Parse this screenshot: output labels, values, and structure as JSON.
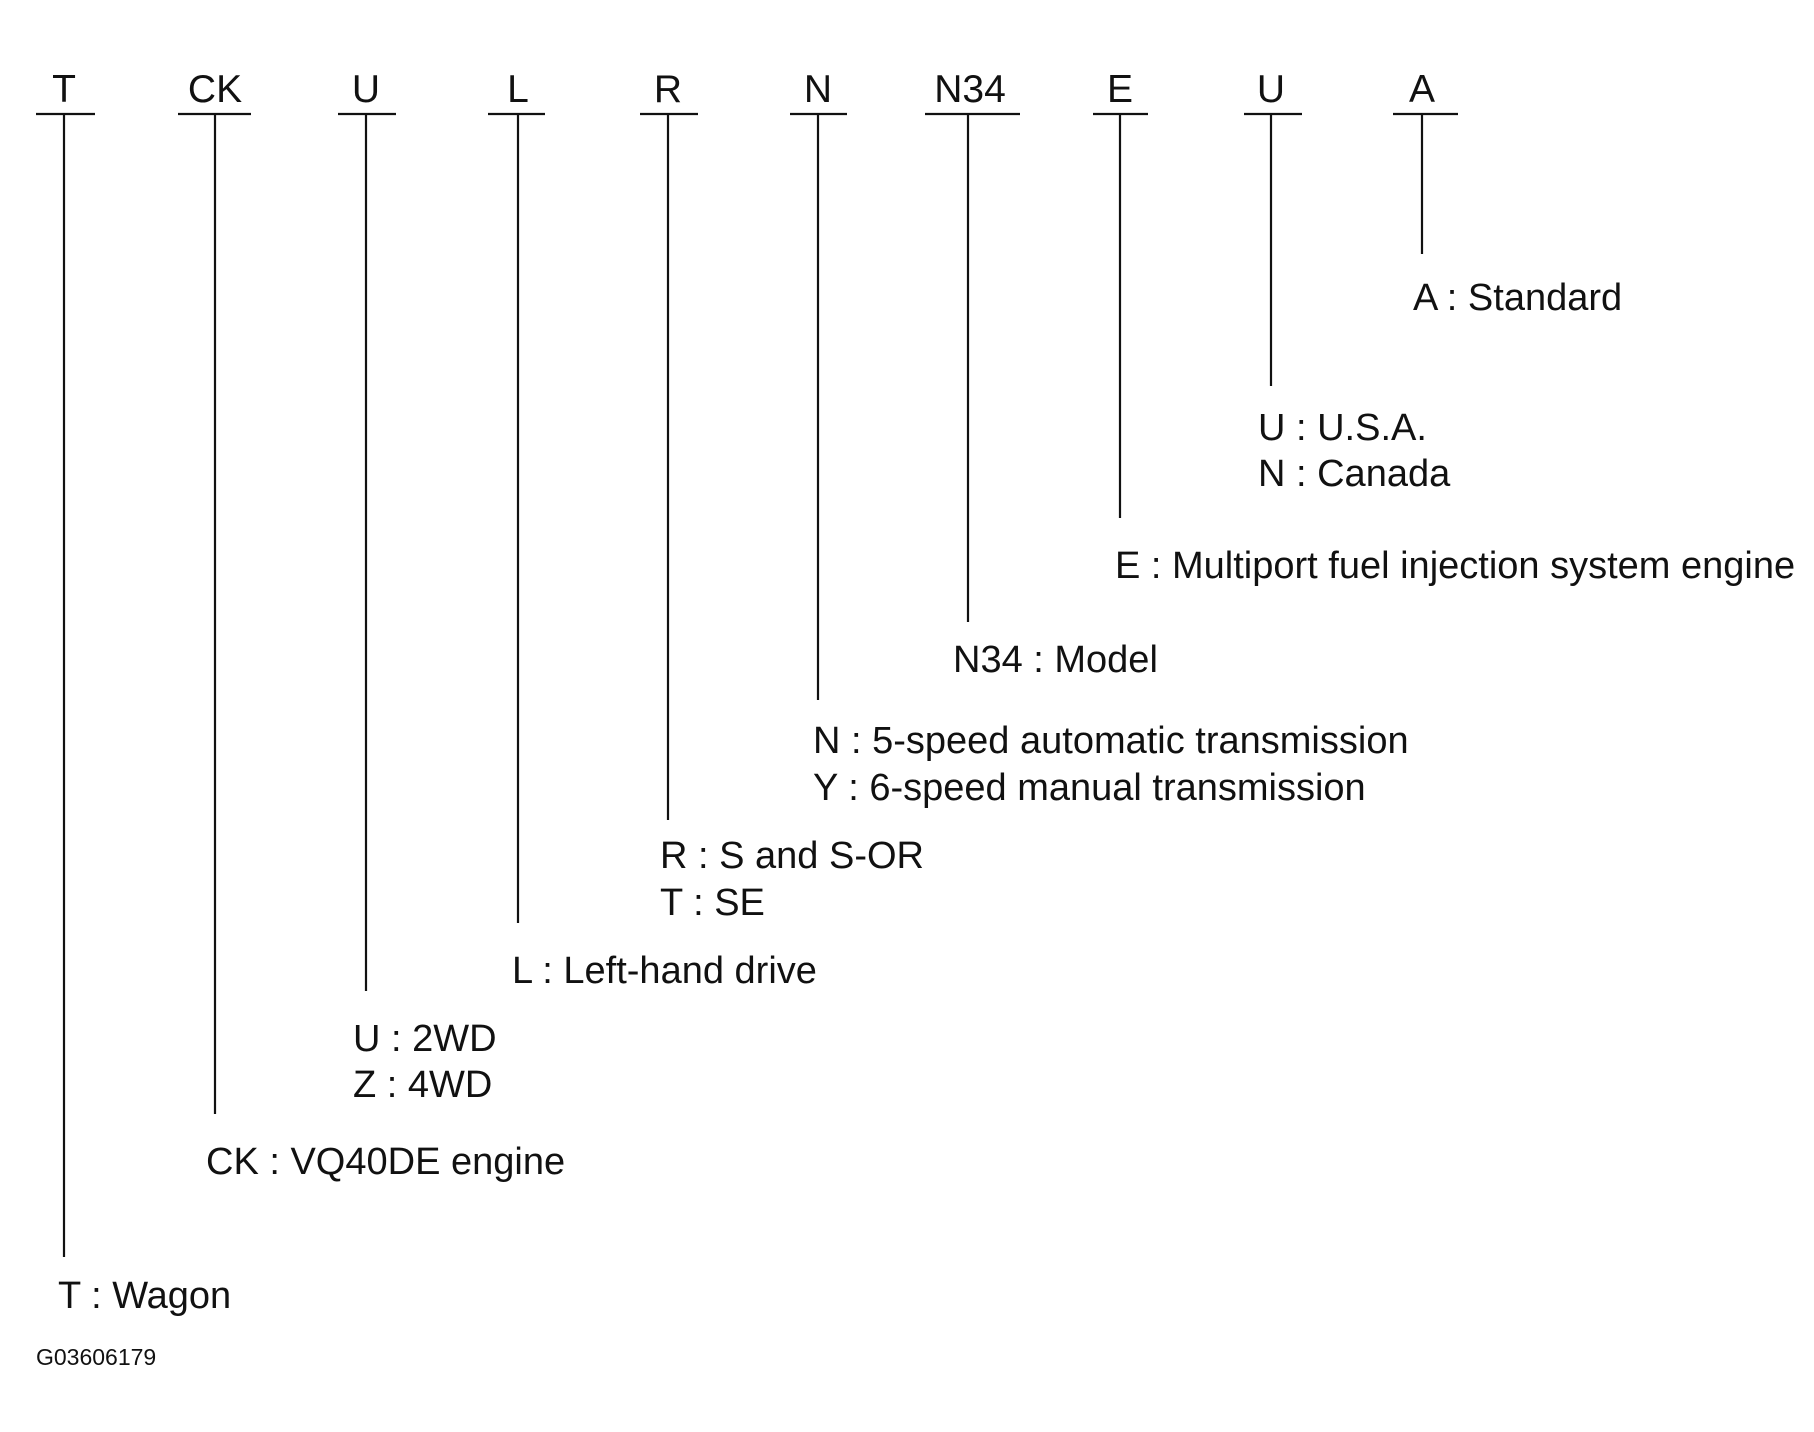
{
  "diagram": {
    "codes": [
      {
        "id": "body-type",
        "code": "T",
        "descriptions": [
          "T : Wagon"
        ]
      },
      {
        "id": "engine",
        "code": "CK",
        "descriptions": [
          "CK : VQ40DE engine"
        ]
      },
      {
        "id": "drive",
        "code": "U",
        "descriptions": [
          "U : 2WD",
          "Z : 4WD"
        ]
      },
      {
        "id": "steering",
        "code": "L",
        "descriptions": [
          "L : Left-hand drive"
        ]
      },
      {
        "id": "grade",
        "code": "R",
        "descriptions": [
          "R : S and S-OR",
          "T : SE"
        ]
      },
      {
        "id": "transmission",
        "code": "N",
        "descriptions": [
          "N : 5-speed automatic transmission",
          "Y : 6-speed manual transmission"
        ]
      },
      {
        "id": "model",
        "code": "N34",
        "descriptions": [
          "N34 : Model"
        ]
      },
      {
        "id": "fuel-system",
        "code": "E",
        "descriptions": [
          "E : Multiport fuel injection system engine"
        ]
      },
      {
        "id": "market",
        "code": "U",
        "descriptions": [
          "U : U.S.A.",
          "N : Canada"
        ]
      },
      {
        "id": "specification",
        "code": "A",
        "descriptions": [
          "A : Standard"
        ]
      }
    ],
    "figure_id": "G03606179"
  }
}
